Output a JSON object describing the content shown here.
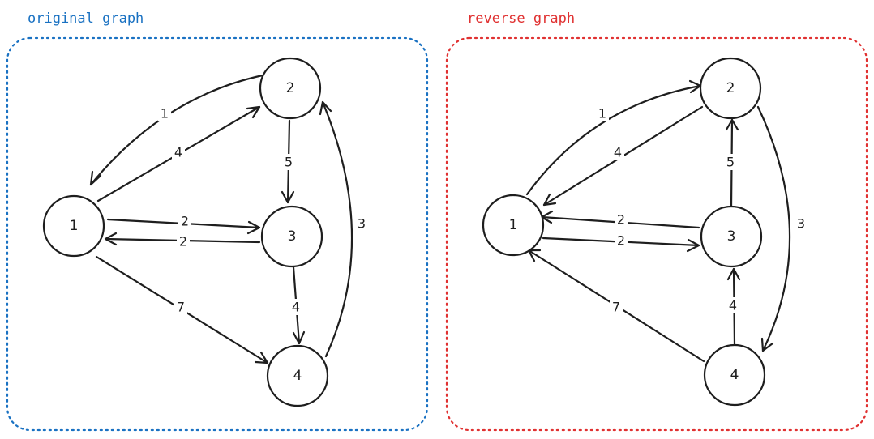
{
  "colors": {
    "original": "#1971c2",
    "reverse": "#e03131",
    "ink": "#1e1e1e"
  },
  "panels": [
    {
      "key": "original",
      "title": "original graph",
      "color": "#1971c2",
      "nodes": [
        "1",
        "2",
        "3",
        "4"
      ],
      "edges": [
        {
          "from": "2",
          "to": "1",
          "weight": "1"
        },
        {
          "from": "1",
          "to": "2",
          "weight": "4"
        },
        {
          "from": "2",
          "to": "3",
          "weight": "5"
        },
        {
          "from": "1",
          "to": "3",
          "weight": "2"
        },
        {
          "from": "3",
          "to": "1",
          "weight": "2"
        },
        {
          "from": "3",
          "to": "4",
          "weight": "4"
        },
        {
          "from": "1",
          "to": "4",
          "weight": "7"
        },
        {
          "from": "4",
          "to": "2",
          "weight": "3"
        }
      ]
    },
    {
      "key": "reverse",
      "title": "reverse graph",
      "color": "#e03131",
      "nodes": [
        "1",
        "2",
        "3",
        "4"
      ],
      "edges": [
        {
          "from": "1",
          "to": "2",
          "weight": "1"
        },
        {
          "from": "2",
          "to": "1",
          "weight": "4"
        },
        {
          "from": "3",
          "to": "2",
          "weight": "5"
        },
        {
          "from": "3",
          "to": "1",
          "weight": "2"
        },
        {
          "from": "1",
          "to": "3",
          "weight": "2"
        },
        {
          "from": "4",
          "to": "3",
          "weight": "4"
        },
        {
          "from": "4",
          "to": "1",
          "weight": "7"
        },
        {
          "from": "2",
          "to": "4",
          "weight": "3"
        }
      ]
    }
  ]
}
